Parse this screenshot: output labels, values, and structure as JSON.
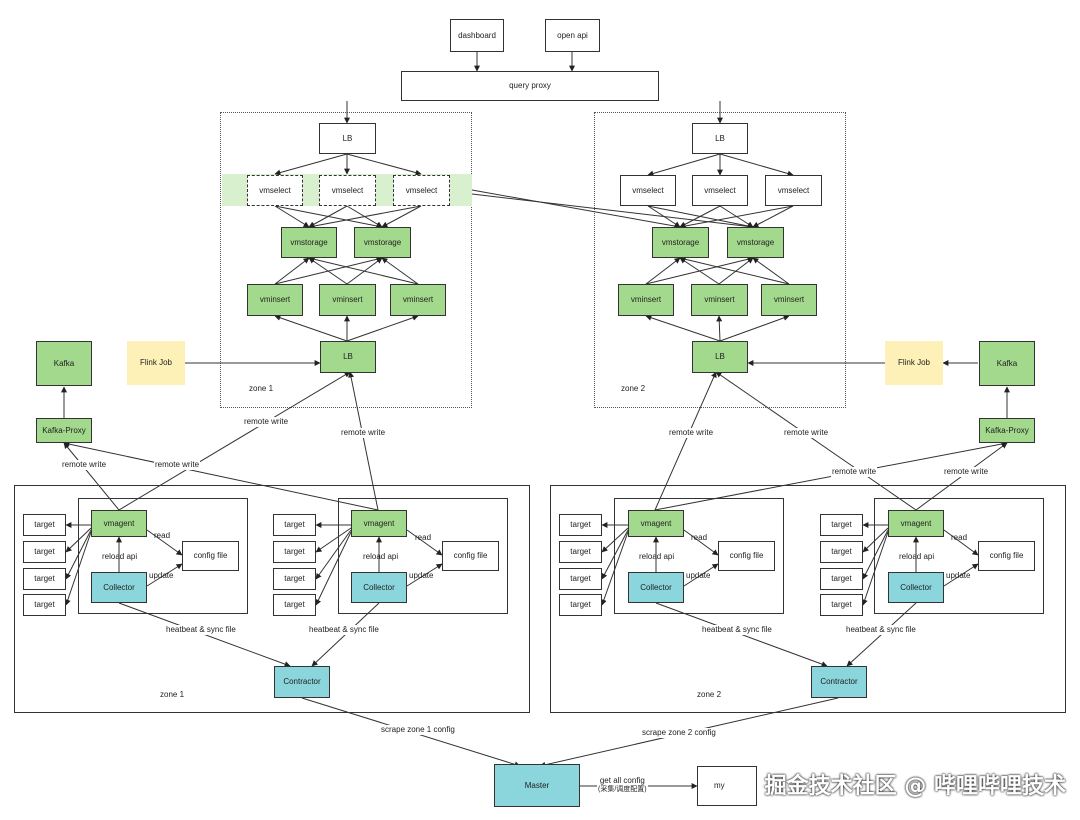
{
  "top": {
    "dashboard": "dashboard",
    "open_api": "open api",
    "query_proxy": "query proxy"
  },
  "cluster": {
    "lb": "LB",
    "vmselect": "vmselect",
    "vmstorage": "vmstorage",
    "vminsert": "vminsert",
    "zone1": "zone 1",
    "zone2": "zone 2"
  },
  "pipeline": {
    "kafka": "Kafka",
    "kafka_proxy": "Kafka-Proxy",
    "flink_job": "Flink Job",
    "remote_write": "remote write"
  },
  "agent": {
    "target": "target",
    "vmagent": "vmagent",
    "collector": "Collector",
    "config_file": "config file",
    "read": "read",
    "reload_api": "reload api",
    "update": "update",
    "heartbeat": "heatbeat & sync file",
    "contractor": "Contractor"
  },
  "bottom": {
    "scrape_zone1": "scrape zone 1 config",
    "scrape_zone2": "scrape zone 2 config",
    "master": "Master",
    "get_all_config_line1": "get all config",
    "get_all_config_line2": "(采集/调度配置)",
    "mysql_partial": "my"
  },
  "watermark": "掘金技术社区 @ 哔哩哔哩技术",
  "colors": {
    "green": "#a3d98c",
    "cyan": "#8ad6dc",
    "note_yellow": "#fdf1b7",
    "highlight_band": "#d9f0cf"
  }
}
